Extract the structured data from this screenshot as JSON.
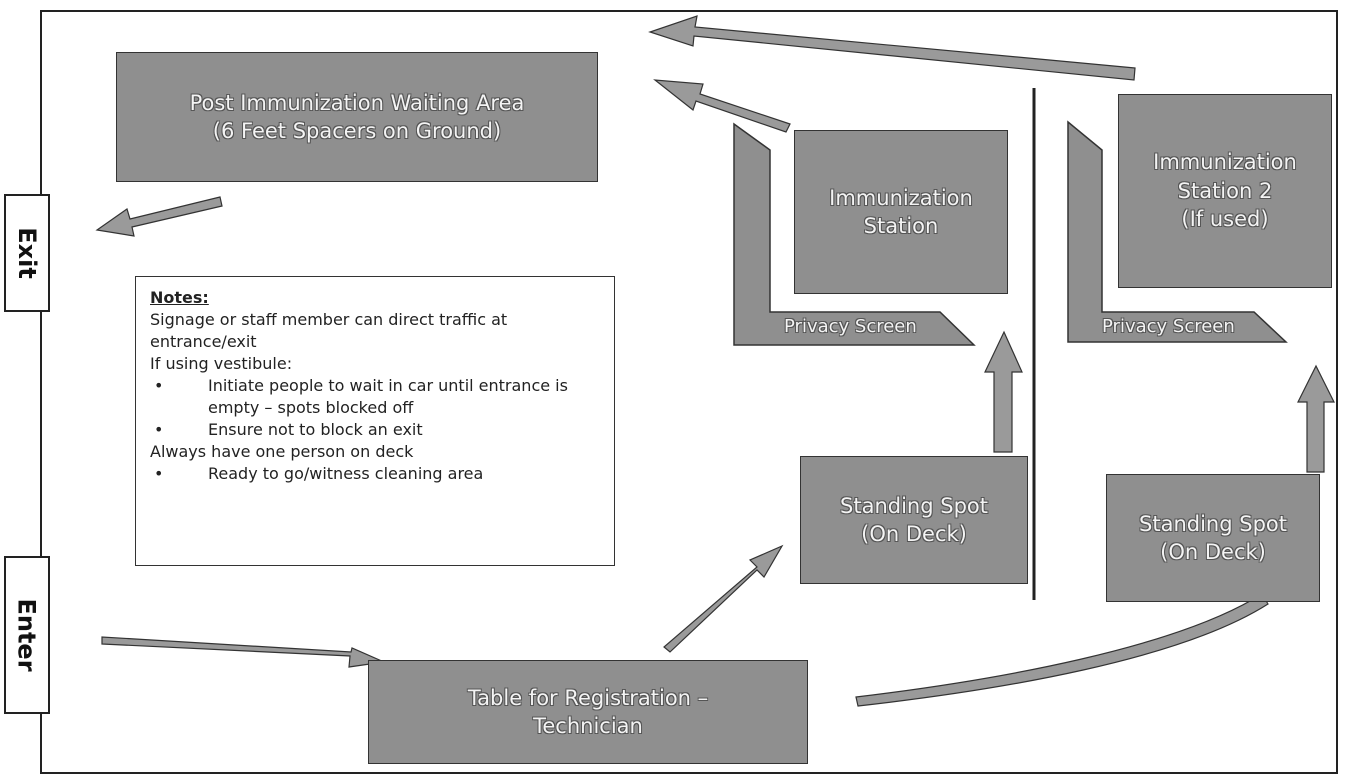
{
  "doors": {
    "exit": "Exit",
    "enter": "Enter"
  },
  "areas": {
    "waiting": {
      "line1": "Post Immunization Waiting Area",
      "line2": "(6 Feet Spacers on Ground)"
    },
    "station1": {
      "line1": "Immunization",
      "line2": "Station"
    },
    "station2": {
      "line1": "Immunization",
      "line2": "Station 2",
      "line3": "(If used)"
    },
    "privacy1": "Privacy Screen",
    "privacy2": "Privacy Screen",
    "standing1": {
      "line1": "Standing Spot",
      "line2": "(On Deck)"
    },
    "standing2": {
      "line1": "Standing Spot",
      "line2": "(On Deck)"
    },
    "registration": {
      "line1": "Table for Registration –",
      "line2": "Technician"
    }
  },
  "notes": {
    "title": "Notes:",
    "line1": "Signage or staff member can direct traffic at entrance/exit",
    "line2": "If using vestibule:",
    "bullet1": "Initiate people to wait in car until entrance is empty – spots blocked off",
    "bullet2": "Ensure not to block an exit",
    "line3": "Always have one person on deck",
    "bullet3": "Ready to go/witness cleaning area"
  },
  "colors": {
    "box_fill": "#8f8f8f",
    "arrow_fill": "#9a9a9a",
    "outline": "#333333"
  }
}
